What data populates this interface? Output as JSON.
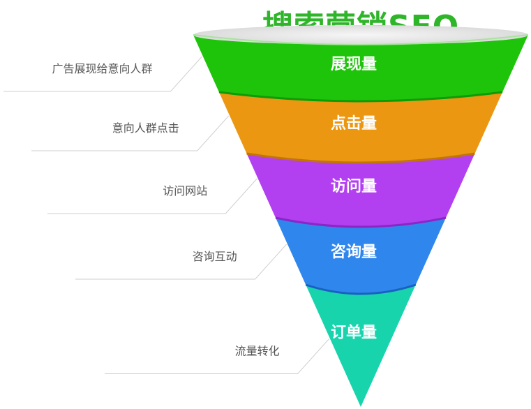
{
  "title": "搜索营销SEO",
  "stages": [
    {
      "label": "展现量",
      "description": "广告展现给意向人群",
      "color": "#1ec40a",
      "dark": "#0e9b06"
    },
    {
      "label": "点击量",
      "description": "意向人群点击",
      "color": "#eb9712",
      "dark": "#c27409"
    },
    {
      "label": "访问量",
      "description": "访问网站",
      "color": "#b23ff0",
      "dark": "#8a26c6"
    },
    {
      "label": "咨询量",
      "description": "咨询互动",
      "color": "#2f86ec",
      "dark": "#1a60c2"
    },
    {
      "label": "订单量",
      "description": "流量转化",
      "color": "#17d4ad",
      "dark": "#0fae8c"
    }
  ]
}
